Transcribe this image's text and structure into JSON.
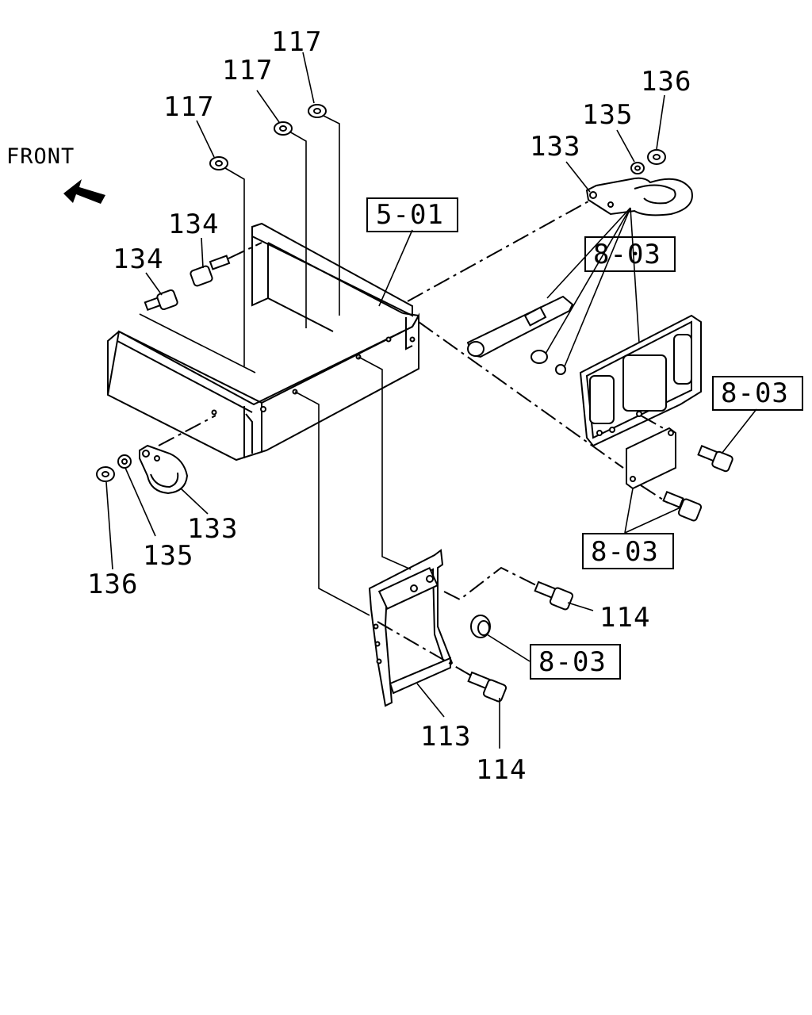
{
  "front_label": "FRONT",
  "colors": {
    "ink": "#000000",
    "paper": "#ffffff"
  },
  "icons": {
    "front_arrow": "front-arrow-icon"
  },
  "callouts": {
    "nut_117_a": "117",
    "nut_117_b": "117",
    "nut_117_c": "117",
    "bolt_134_a": "134",
    "bolt_134_b": "134",
    "hook_133_right": "133",
    "washer_135_right": "135",
    "nut_136_right": "136",
    "hook_133_left": "133",
    "washer_135_left": "135",
    "nut_136_left": "136",
    "bracket_113": "113",
    "bolt_114_upper": "114",
    "bolt_114_lower": "114"
  },
  "references": {
    "ref_5_01": "5-01",
    "ref_8_03_lamp": "8-03",
    "ref_8_03_plate_bolt": "8-03",
    "ref_8_03_plate": "8-03",
    "ref_8_03_grommet": "8-03"
  }
}
